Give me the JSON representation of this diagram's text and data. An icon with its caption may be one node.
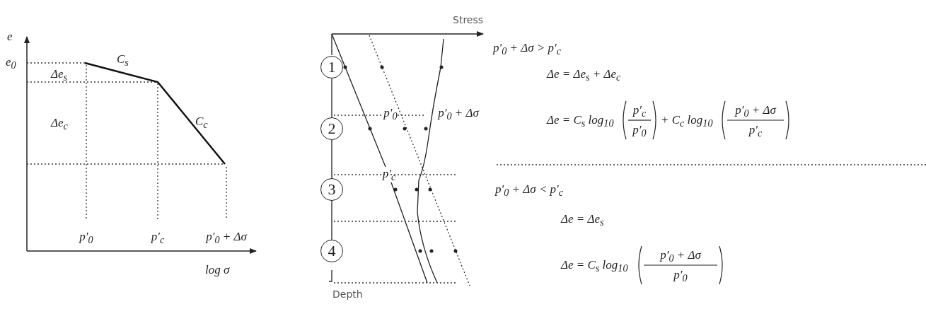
{
  "diagram": {
    "nodes": [
      {
        "text": [
          "1"
        ]
      },
      {
        "text": [
          "2"
        ]
      },
      {
        "text": [
          "3"
        ]
      },
      {
        "text": [
          "4"
        ]
      }
    ],
    "edges": [
      {
        "from": 0,
        "to": 1,
        "arrow": "none"
      },
      {
        "from": 1,
        "to": 2,
        "arrow": "none"
      },
      {
        "from": 2,
        "to": 3,
        "arrow": "none"
      }
    ],
    "labels": [
      "e",
      "e$_{0}$",
      "C$_{s}$",
      "Δe$_{s}$",
      "Δe$_{c}$",
      "C$_{c}$",
      "p′$_{0}$",
      "p′$_{c}$",
      "p′$_{0}$ + Δσ",
      "log σ",
      "Stress",
      "p′$_{0}$",
      "p′$_{0}$ + Δσ",
      "p′$_{c}$",
      "Depth",
      "p′$_{0}$ + Δσ > p′$_{c}$",
      "Δe = Δe$_{s}$ + Δe$_{c}$",
      "Δe = C$_{s}$ log$_{10}$",
      "p′$_{c}$",
      "p′$_{0}$",
      "+ C$_{c}$ log$_{10}$",
      "p′$_{0}$ + Δσ",
      "p′$_{c}$",
      "p′$_{0}$ + Δσ < p′$_{c}$",
      "Δe = Δe$_{s}$",
      "Δe = C$_{s}$ log$_{10}$",
      "p′$_{0}$ + Δσ",
      "p′$_{0}$"
    ]
  }
}
